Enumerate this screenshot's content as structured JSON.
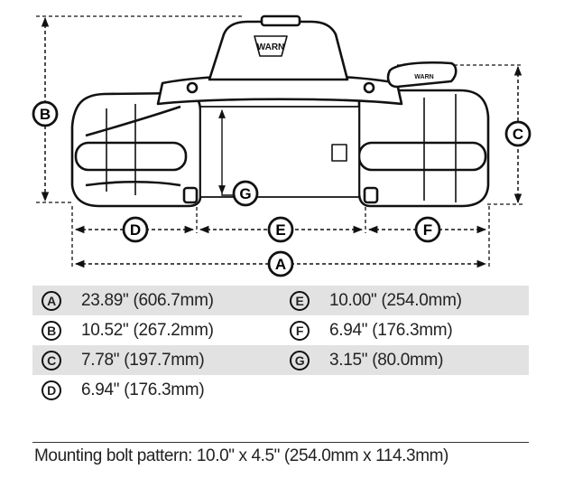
{
  "brand": "WARN",
  "dimension_labels": {
    "a": "A",
    "b": "B",
    "c": "C",
    "d": "D",
    "e": "E",
    "f": "F",
    "g": "G"
  },
  "specs": [
    {
      "letter": "A",
      "value": "23.89\" (606.7mm)"
    },
    {
      "letter": "E",
      "value": "10.00\" (254.0mm)"
    },
    {
      "letter": "B",
      "value": "10.52\" (267.2mm)"
    },
    {
      "letter": "F",
      "value": "6.94\" (176.3mm)"
    },
    {
      "letter": "C",
      "value": "7.78\" (197.7mm)"
    },
    {
      "letter": "G",
      "value": "3.15\" (80.0mm)"
    },
    {
      "letter": "D",
      "value": "6.94\" (176.3mm)"
    }
  ],
  "footer": {
    "mounting_note": "Mounting bolt pattern: 10.0\" x 4.5\" (254.0mm x 114.3mm)"
  },
  "colors": {
    "line": "#111111",
    "shade": "#e2e2e2",
    "body_fill": "#ffffff"
  }
}
